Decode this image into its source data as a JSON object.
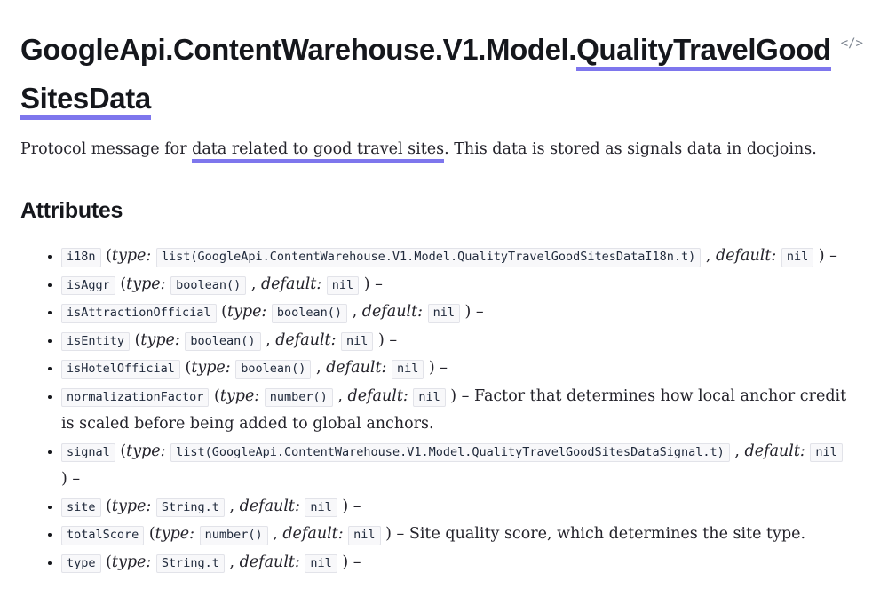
{
  "colors": {
    "accent": "#7e76ed",
    "code_bg": "#f8f8fa",
    "code_border": "#e2e3e9",
    "heading_text": "#15171c",
    "body_text": "#24232b",
    "source_icon": "#7d8590"
  },
  "header": {
    "title_prefix": "GoogleApi.ContentWarehouse.V1.Model.",
    "title_link": "QualityTravelGoodSitesData",
    "source_icon": "</>"
  },
  "summary": {
    "prefix": "Protocol message for ",
    "link": "data related to good travel sites",
    "suffix": ". This data is stored as signals data in docjoins."
  },
  "attributes_section": {
    "heading": "Attributes",
    "labels": {
      "paren_open": "(",
      "type_label": "type:",
      "comma": ",",
      "default_label": "default:",
      "paren_close": ")",
      "dash": "–"
    },
    "items": [
      {
        "name": "i18n",
        "type": "list(GoogleApi.ContentWarehouse.V1.Model.QualityTravelGoodSitesDataI18n.t)",
        "default": "nil",
        "description": ""
      },
      {
        "name": "isAggr",
        "type": "boolean()",
        "default": "nil",
        "description": ""
      },
      {
        "name": "isAttractionOfficial",
        "type": "boolean()",
        "default": "nil",
        "description": ""
      },
      {
        "name": "isEntity",
        "type": "boolean()",
        "default": "nil",
        "description": ""
      },
      {
        "name": "isHotelOfficial",
        "type": "boolean()",
        "default": "nil",
        "description": ""
      },
      {
        "name": "normalizationFactor",
        "type": "number()",
        "default": "nil",
        "description": "Factor that determines how local anchor credit is scaled before being added to global anchors."
      },
      {
        "name": "signal",
        "type": "list(GoogleApi.ContentWarehouse.V1.Model.QualityTravelGoodSitesDataSignal.t)",
        "default": "nil",
        "description": ""
      },
      {
        "name": "site",
        "type": "String.t",
        "default": "nil",
        "description": ""
      },
      {
        "name": "totalScore",
        "type": "number()",
        "default": "nil",
        "description": "Site quality score, which determines the site type."
      },
      {
        "name": "type",
        "type": "String.t",
        "default": "nil",
        "description": ""
      }
    ]
  }
}
